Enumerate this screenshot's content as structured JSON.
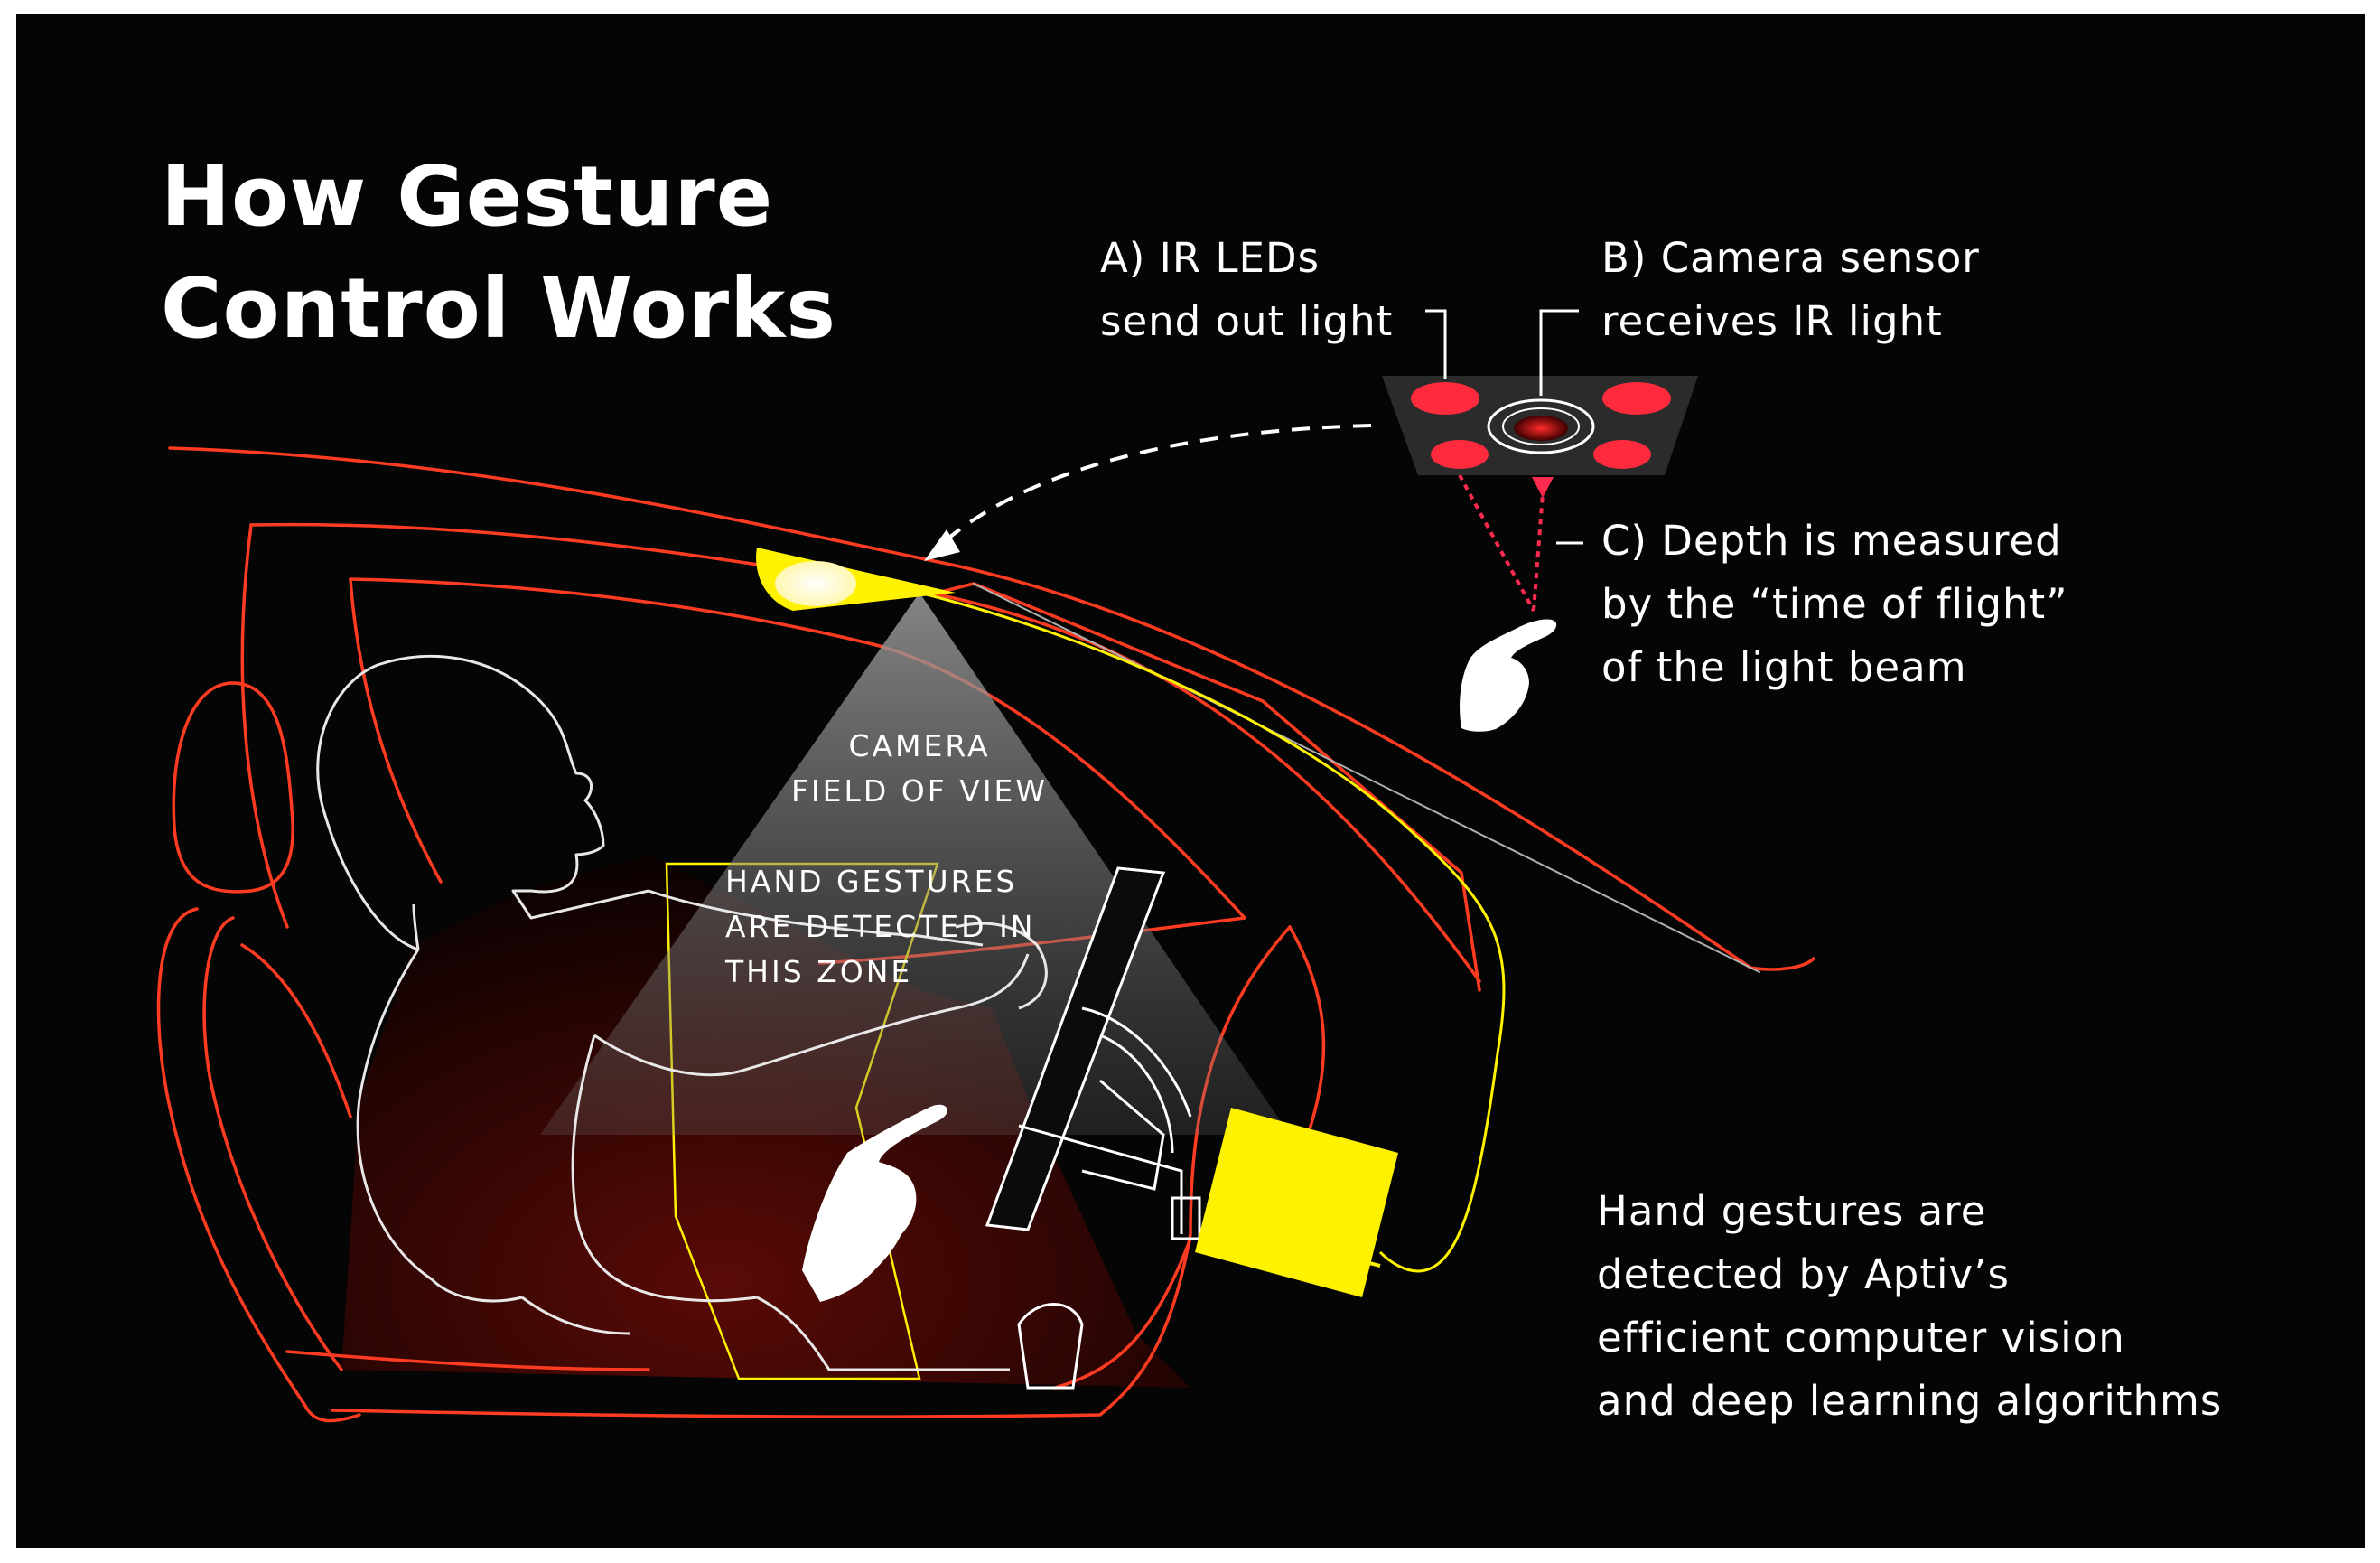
{
  "title": {
    "line1": "How Gesture",
    "line2": "Control Works"
  },
  "callouts": {
    "ir_leds": {
      "line1": "A) IR LEDs",
      "line2": "send out light"
    },
    "camera_sensor": {
      "line1": "B) Camera sensor",
      "line2": "receives IR light"
    },
    "depth": {
      "line1": "C) Depth is measured",
      "line2": "by the “time of flight”",
      "line3": "of the light beam"
    }
  },
  "field_of_view": {
    "line1": "CAMERA",
    "line2": "FIELD OF VIEW"
  },
  "gesture_zone": {
    "line1": "HAND GESTURES",
    "line2": "ARE DETECTED IN",
    "line3": "THIS ZONE"
  },
  "footnote": {
    "line1": "Hand gestures are",
    "line2": "detected by Aptiv’s",
    "line3": "efficient computer vision",
    "line4": "and deep learning algorithms"
  },
  "colors": {
    "background": "#050505",
    "outline": "#ff3b22",
    "highlight": "#fff200",
    "led": "#ff2a3c",
    "person": "#ffffff"
  },
  "icons": [
    "sensor-module-icon",
    "pointing-hand-icon",
    "car-interior-illustration"
  ]
}
